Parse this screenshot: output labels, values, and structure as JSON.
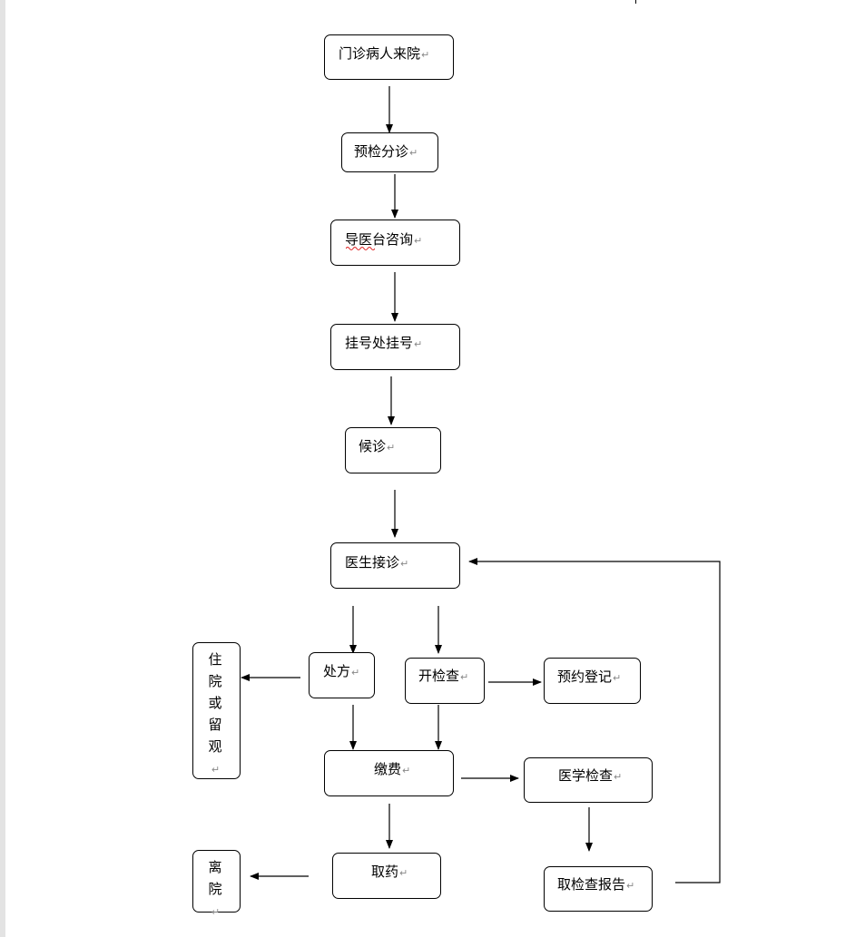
{
  "return_mark": "↵",
  "flowchart": {
    "nodes": {
      "n1": "门诊病人来院",
      "n2": "预检分诊",
      "n3": "导医台咨询",
      "n4": "挂号处挂号",
      "n5": "候诊",
      "n6": "医生接诊",
      "n7": "处方",
      "n8": "开检查",
      "n9": "预约登记",
      "n10": "住院或留观",
      "n11": "缴费",
      "n12": "医学检查",
      "n13": "取药",
      "n14": "离院",
      "n15": "取检查报告"
    },
    "edges": [
      {
        "from": "n1",
        "to": "n2"
      },
      {
        "from": "n2",
        "to": "n3"
      },
      {
        "from": "n3",
        "to": "n4"
      },
      {
        "from": "n4",
        "to": "n5"
      },
      {
        "from": "n5",
        "to": "n6"
      },
      {
        "from": "n6",
        "to": "n7"
      },
      {
        "from": "n6",
        "to": "n8"
      },
      {
        "from": "n7",
        "to": "n10"
      },
      {
        "from": "n8",
        "to": "n9"
      },
      {
        "from": "n7",
        "to": "n11"
      },
      {
        "from": "n8",
        "to": "n11"
      },
      {
        "from": "n11",
        "to": "n12"
      },
      {
        "from": "n11",
        "to": "n13"
      },
      {
        "from": "n12",
        "to": "n15"
      },
      {
        "from": "n13",
        "to": "n14"
      },
      {
        "from": "n15",
        "to": "n6"
      }
    ]
  }
}
